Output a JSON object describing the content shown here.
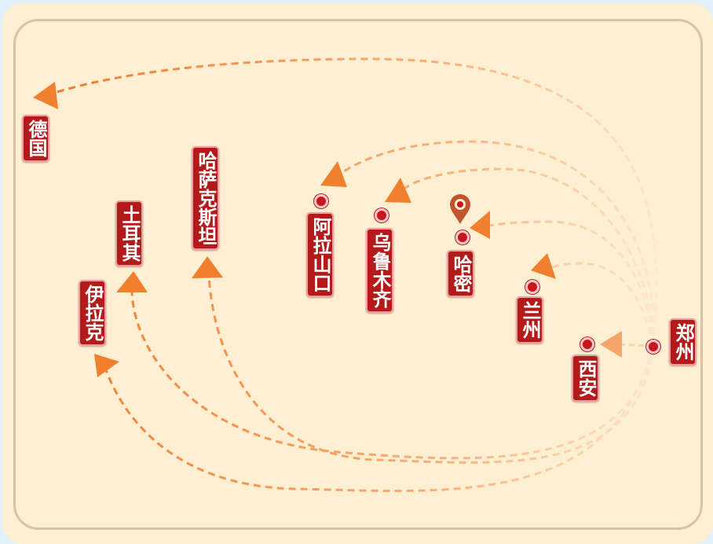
{
  "map": {
    "origin": {
      "name": "郑州"
    },
    "destinations": [
      {
        "name": "西安"
      },
      {
        "name": "兰州"
      },
      {
        "name": "哈密"
      },
      {
        "name": "乌鲁木齐"
      },
      {
        "name": "阿拉山口"
      },
      {
        "name": "哈萨克斯坦"
      },
      {
        "name": "土耳其"
      },
      {
        "name": "伊拉克"
      },
      {
        "name": "德国"
      }
    ],
    "colors": {
      "background": "#fdefd2",
      "label": "#b31b1b",
      "route": "#f07f2e",
      "dot": "#c8161d"
    }
  }
}
